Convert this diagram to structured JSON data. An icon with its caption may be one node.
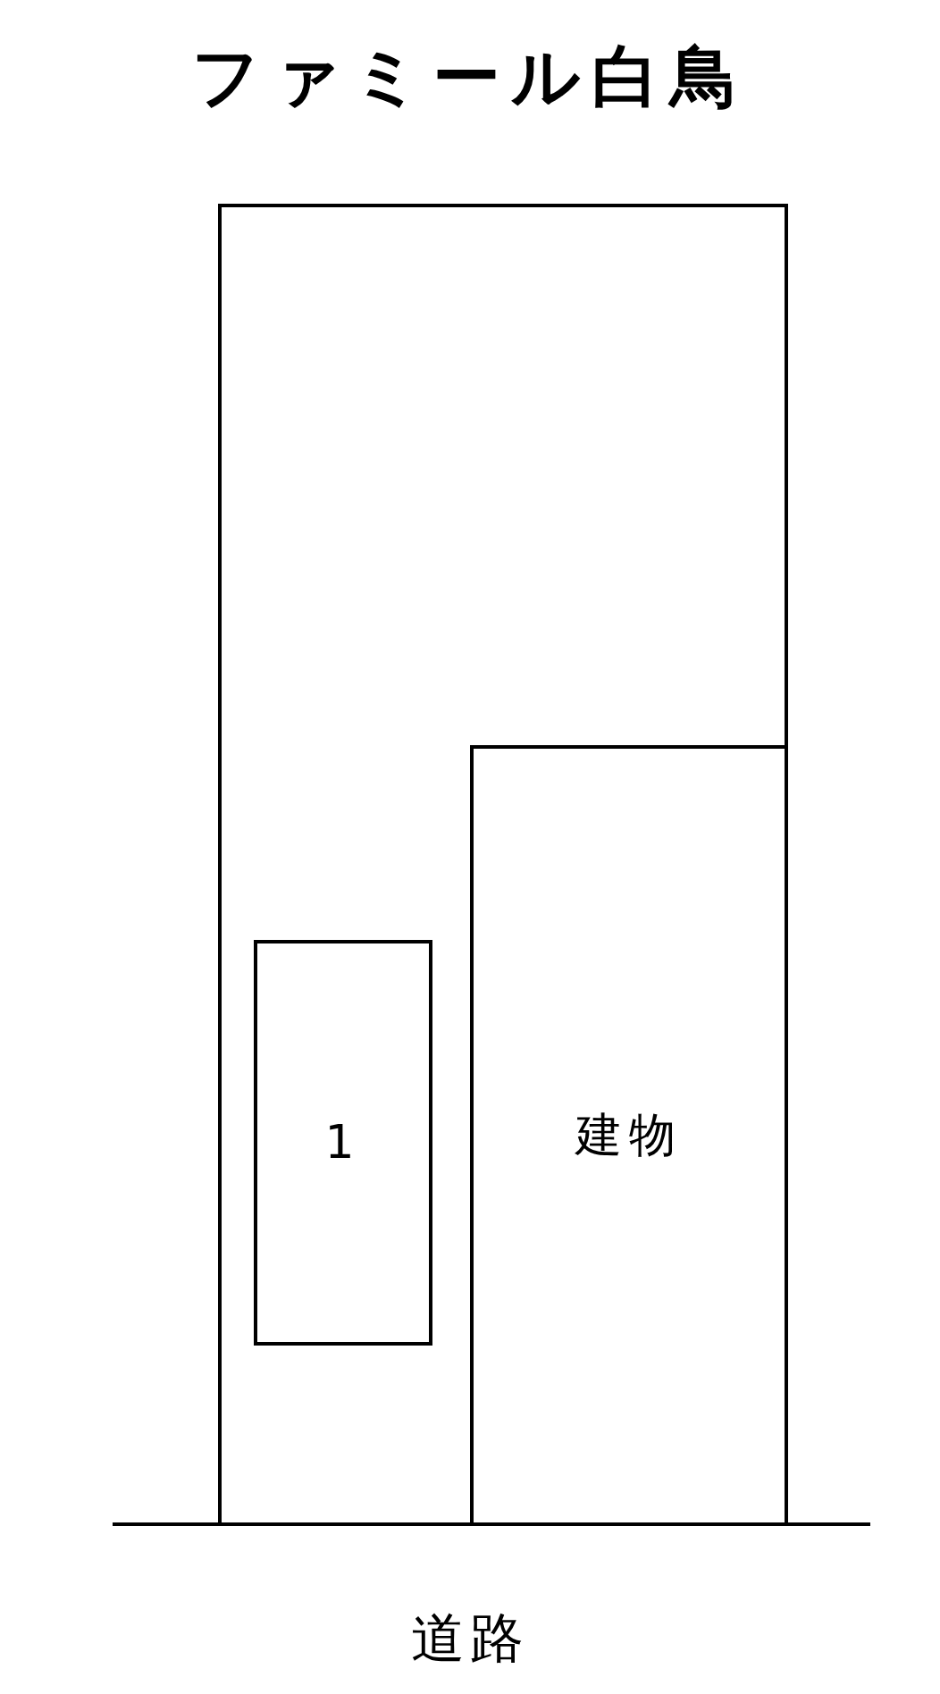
{
  "diagram": {
    "title": "ファミール白鳥",
    "nodes": [
      {
        "text": [],
        "shape": "box"
      },
      {
        "text": [
          "1"
        ],
        "in": 0
      },
      {
        "text": [
          "建物"
        ],
        "in": 0
      }
    ],
    "labels": [
      "道路"
    ]
  }
}
